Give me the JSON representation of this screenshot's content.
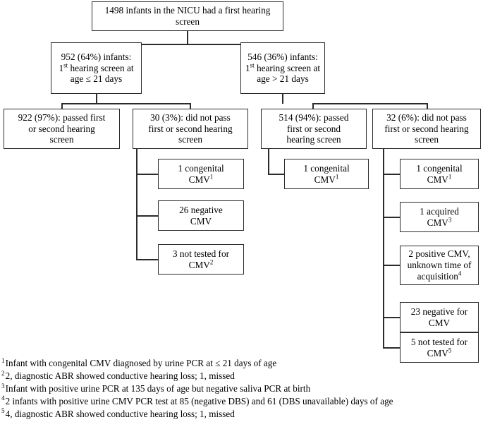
{
  "diagram": {
    "title": "NICU first hearing screen flow",
    "type": "flowchart",
    "nodes": {
      "root": "1498 infants in the NICU had a first hearing screen",
      "left_age": "952 (64%) infants:\n1st hearing screen at\nage ≤ 21 days",
      "right_age": "546 (36%) infants:\n1st hearing screen at\nage > 21 days",
      "left_passed": "922 (97%): passed first\nor second hearing\nscreen",
      "left_failed": "30 (3%): did not pass\nfirst or second hearing\nscreen",
      "right_passed": "514 (94%): passed\nfirst or second\nhearing screen",
      "right_failed": "32 (6%): did not pass\nfirst or second hearing\nscreen",
      "left_failed_leaf_1": "1 congenital\nCMV",
      "left_failed_leaf_1_sup": "1",
      "left_failed_leaf_2": "26 negative\nCMV",
      "left_failed_leaf_2_sup": "",
      "left_failed_leaf_3": "3 not tested for\nCMV",
      "left_failed_leaf_3_sup": "2",
      "right_passed_leaf_1": "1 congenital\nCMV",
      "right_passed_leaf_1_sup": "1",
      "right_failed_leaf_1": "1 congenital\nCMV",
      "right_failed_leaf_1_sup": "1",
      "right_failed_leaf_2": "1 acquired\nCMV",
      "right_failed_leaf_2_sup": "3",
      "right_failed_leaf_3": "2 positive CMV,\nunknown time of\nacquisition",
      "right_failed_leaf_3_sup": "4",
      "right_failed_leaf_4": "23 negative for\nCMV",
      "right_failed_leaf_4_sup": "",
      "right_failed_leaf_5": "5 not tested for\nCMV",
      "right_failed_leaf_5_sup": "5"
    }
  },
  "footnotes": [
    {
      "marker": "1",
      "text": "Infant with congenital CMV diagnosed by urine PCR at ≤ 21 days of age"
    },
    {
      "marker": "2",
      "text": "2, diagnostic ABR showed conductive hearing loss; 1, missed"
    },
    {
      "marker": "3",
      "text": "Infant with positive urine PCR at 135 days of age but negative saliva PCR at birth"
    },
    {
      "marker": "4",
      "text": "2 infants with positive urine CMV PCR test at 85 (negative DBS) and 61 (DBS unavailable) days of age"
    },
    {
      "marker": "5",
      "text": "4, diagnostic ABR showed conductive hearing loss; 1, missed"
    }
  ],
  "colors": {
    "stroke": "#2b2b2b",
    "background": "#ffffff",
    "text": "#000000"
  }
}
